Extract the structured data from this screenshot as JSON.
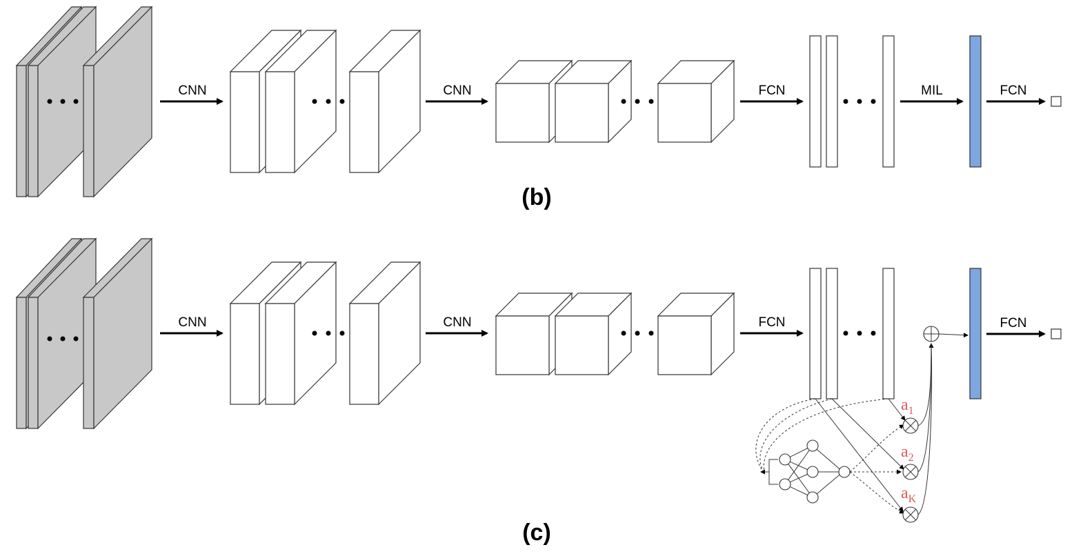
{
  "labels": {
    "cnn": "CNN",
    "fcn": "FCN",
    "mil": "MIL"
  },
  "captions": {
    "b": "(b)",
    "c": "(c)"
  },
  "attention": [
    {
      "base": "a",
      "sub": "1"
    },
    {
      "base": "a",
      "sub": "2"
    },
    {
      "base": "a",
      "sub": "K"
    }
  ],
  "colors": {
    "input_gray": "#c8c8c8",
    "mil_blue": "#7ea6e0",
    "attention_red": "#e05a5a"
  }
}
